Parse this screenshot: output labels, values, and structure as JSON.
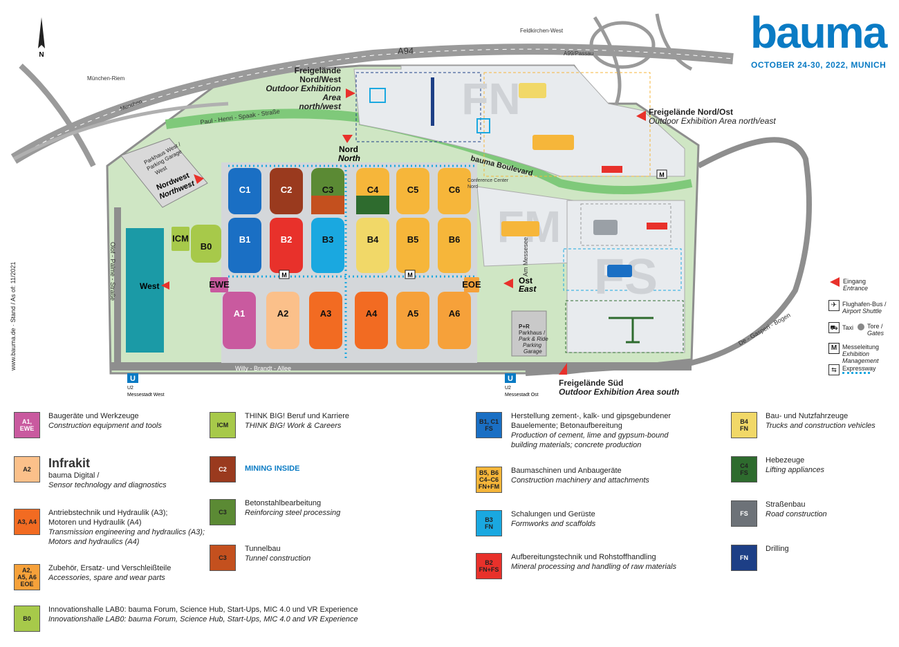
{
  "brand": {
    "name": "bauma",
    "date": "OCTOBER 24-30, 2022, MUNICH"
  },
  "colors": {
    "grass": "#7fc97a",
    "light_grass": "#cfe6c4",
    "road": "#8e8e8e",
    "outdoor": "#e8ebee",
    "entrance": "#e8312b",
    "blue": "#0a7bc4"
  },
  "halls": [
    {
      "id": "C1",
      "color": "#1a6fc4"
    },
    {
      "id": "C2",
      "color": "#9a3a1e"
    },
    {
      "id": "C3",
      "color": "#5b8a34"
    },
    {
      "id": "C4",
      "color": "#f6b63a"
    },
    {
      "id": "C5",
      "color": "#f6b63a"
    },
    {
      "id": "C6",
      "color": "#f6b63a"
    },
    {
      "id": "B1",
      "color": "#1a6fc4"
    },
    {
      "id": "B2",
      "color": "#e8312b"
    },
    {
      "id": "B3",
      "color": "#1aa8e0"
    },
    {
      "id": "B4",
      "color": "#f1d868"
    },
    {
      "id": "B5",
      "color": "#f6b63a"
    },
    {
      "id": "B6",
      "color": "#f6b63a"
    },
    {
      "id": "A1",
      "color": "#c95a9f"
    },
    {
      "id": "A2",
      "color": "#fbc08a"
    },
    {
      "id": "A3",
      "color": "#f26b22"
    },
    {
      "id": "A4",
      "color": "#f26b22"
    },
    {
      "id": "A5",
      "color": "#f6a13a"
    },
    {
      "id": "A6",
      "color": "#f6a13a"
    },
    {
      "id": "B0",
      "color": "#a7c94a"
    },
    {
      "id": "ICM",
      "color": "#a7c94a"
    },
    {
      "id": "EWE",
      "color": "#c95a9f"
    },
    {
      "id": "EOE",
      "color": "#f6a13a"
    }
  ],
  "outdoor": {
    "fn": "FN",
    "fm": "FM",
    "fs": "FS"
  },
  "map_labels": {
    "north_west_de": "Freigelände",
    "north_west_de2": "Nord/West",
    "north_west_en": "Outdoor Exhibition Area",
    "north_west_en2": "north/west",
    "north_east_de": "Freigelände Nord/Ost",
    "north_east_en": "Outdoor Exhibition Area north/east",
    "south_de": "Freigelände Süd",
    "south_en": "Outdoor Exhibition Area south",
    "nord": "Nord",
    "north": "North",
    "nordwest": "Nordwest",
    "northwest": "Northwest",
    "west": "West",
    "ost": "Ost",
    "east": "East",
    "boulevard": "bauma Boulevard",
    "conference": "Conference Center",
    "conference2": "Nord",
    "a94": "A94",
    "a99": "A99/Passau",
    "feldkirchen": "Feldkirchen-West",
    "riem": "München-Riem",
    "muenchen": "München",
    "paul_henri": "Paul - Henri - Spaak - Straße",
    "willy": "Willy - Brandt - Allee",
    "olof": "Olof - Palme - Straße",
    "messesee": "Am Messesee",
    "degasperi": "De - Gasperi - Bogen",
    "parkhaus1": "Parkhaus West /",
    "parkhaus2": "Parking Garage",
    "parkhaus3": "West",
    "pr1": "P+R",
    "pr2": "Parkhaus /",
    "pr3": "Park & Ride",
    "pr4": "Parking",
    "pr5": "Garage",
    "u2": "U2",
    "west_station": "Messestadt West",
    "east_station": "Messestadt Ost",
    "stand": "www.bauma.de · Stand / As of: 11/2021",
    "north_arrow": "N",
    "m": "M"
  },
  "key": {
    "entrance_de": "Eingang",
    "entrance_en": "Entrance",
    "shuttle_de": "Flughafen-Bus /",
    "shuttle_en": "Airport Shuttle",
    "taxi": "Taxi",
    "gates_de": "Tore /",
    "gates_en": "Gates",
    "mgmt_de": "Messeleitung",
    "mgmt_en": "Exhibition Management",
    "expressway": "Expressway"
  },
  "legend": [
    {
      "code": "A1,\nEWE",
      "bg": "#c95a9f",
      "fg": "#fff",
      "de": "Baugeräte und Werkzeuge",
      "en": "Construction equipment and tools"
    },
    {
      "code": "A2",
      "bg": "#fbc08a",
      "fg": "#222",
      "logo": "Infrakit",
      "de": "bauma Digital /",
      "en": "Sensor technology and diagnostics"
    },
    {
      "code": "A3, A4",
      "bg": "#f26b22",
      "fg": "#222",
      "de": "Antriebstechnik und Hydraulik (A3);",
      "de2": "Motoren und Hydraulik (A4)",
      "en": "Transmission engineering and hydraulics (A3);",
      "en2": "Motors and hydraulics (A4)"
    },
    {
      "code": "A2,\nA5, A6\nEOE",
      "bg": "#f6a13a",
      "fg": "#222",
      "de": "Zubehör, Ersatz- und Verschleißteile",
      "en": "Accessories, spare and wear parts"
    },
    {
      "code": "B0",
      "bg": "#a7c94a",
      "fg": "#222",
      "de": "Innovationshalle LAB0: bauma Forum, Science Hub, Start-Ups, MIC 4.0 und VR Experience",
      "en": "Innovationshalle LAB0: bauma Forum, Science Hub, Start-Ups, MIC 4.0 and VR Experience"
    },
    {
      "code": "ICM",
      "bg": "#a7c94a",
      "fg": "#222",
      "de": "THINK BIG! Beruf und Karriere",
      "en": "THINK BIG! Work & Careers"
    },
    {
      "code": "C2",
      "bg": "#9a3a1e",
      "fg": "#fff",
      "logo": "MINING INSIDE"
    },
    {
      "code": "C3",
      "bg": "#5b8a34",
      "fg": "#222",
      "de": "Betonstahlbearbeitung",
      "en": "Reinforcing steel processing"
    },
    {
      "code": "C3",
      "bg": "#c4501e",
      "fg": "#222",
      "de": "Tunnelbau",
      "en": "Tunnel construction"
    },
    {
      "code": "B1, C1\nFS",
      "bg": "#1a6fc4",
      "fg": "#222",
      "de": "Herstellung zement-, kalk- und gipsgebundener",
      "de2": "Bauelemente; Betonaufbereitung",
      "en": "Production of cement, lime and gypsum-bound",
      "en2": "building materials; concrete production"
    },
    {
      "code": "B5, B6\nC4–C6\nFN+FM",
      "bg": "#f6b63a",
      "fg": "#222",
      "de": "Baumaschinen und Anbaugeräte",
      "en": "Construction machinery and attachments"
    },
    {
      "code": "B3\nFN",
      "bg": "#1aa8e0",
      "fg": "#222",
      "de": "Schalungen und Gerüste",
      "en": "Formworks and scaffolds"
    },
    {
      "code": "B2\nFN+FS",
      "bg": "#e8312b",
      "fg": "#222",
      "de": "Aufbereitungstechnik und Rohstoffhandling",
      "en": "Mineral processing and handling of raw materials"
    },
    {
      "code": "B4\nFN",
      "bg": "#f1d868",
      "fg": "#222",
      "de": "Bau- und Nutzfahrzeuge",
      "en": "Trucks and construction vehicles"
    },
    {
      "code": "C4\nFS",
      "bg": "#2e6b2e",
      "fg": "#222",
      "de": "Hebezeuge",
      "en": "Lifting appliances"
    },
    {
      "code": "FS",
      "bg": "#6d7278",
      "fg": "#fff",
      "de": "Straßenbau",
      "en": "Road construction"
    },
    {
      "code": "FN",
      "bg": "#1d3f86",
      "fg": "#fff",
      "de": "Drilling"
    }
  ]
}
